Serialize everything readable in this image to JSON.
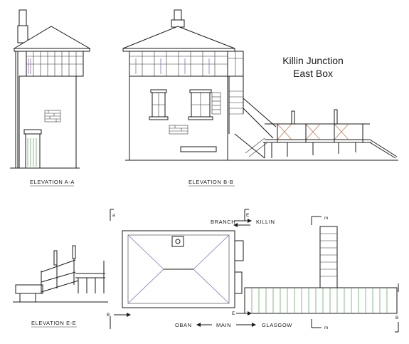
{
  "title": {
    "line1": "Killin Junction",
    "line2": "East Box"
  },
  "labels": {
    "elevation_aa": "ELEVATION A-A",
    "elevation_bb": "ELEVATION B-B",
    "elevation_ee": "ELEVATION E-E",
    "branch": "BRANCH",
    "killin": "KILLIN",
    "oban": "OBAN",
    "main": "MAIN",
    "glasgow": "GLASGOW"
  },
  "section_marks": {
    "a": "a",
    "b": "B",
    "e": "E",
    "m": "m"
  }
}
